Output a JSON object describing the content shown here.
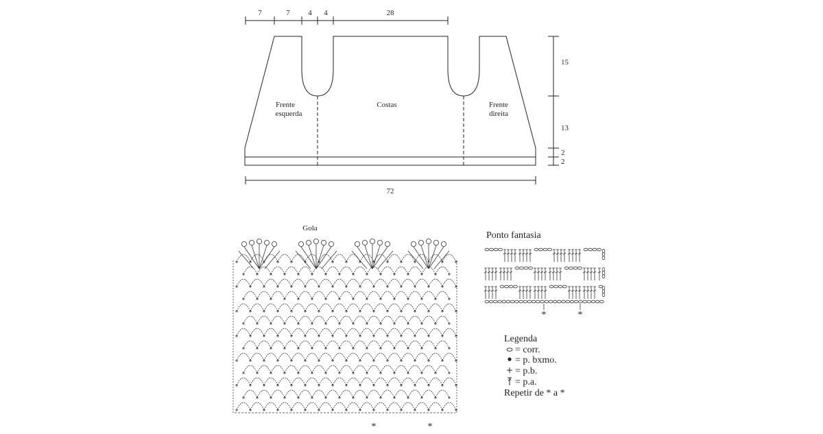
{
  "schematic": {
    "top_dims": [
      "7",
      "7",
      "4",
      "4",
      "28"
    ],
    "right_dims": [
      "15",
      "13",
      "2",
      "2"
    ],
    "bottom_dim": "72",
    "panels": {
      "front_left": [
        "Frente",
        "esquerda"
      ],
      "back": "Costas",
      "front_right": [
        "Frente",
        "direita"
      ]
    }
  },
  "gola": {
    "title": "Gola",
    "repeat_marks": [
      "*",
      "*"
    ]
  },
  "ponto_fantasia": {
    "title": "Ponto fantasia",
    "repeat_marks": [
      "*",
      "*"
    ]
  },
  "legend": {
    "title": "Legenda",
    "items": [
      {
        "symbol": "chain-icon",
        "text": "= corr."
      },
      {
        "symbol": "slip-stitch-icon",
        "text": "= p. bxmo."
      },
      {
        "symbol": "single-crochet-icon",
        "text": "= p.b."
      },
      {
        "symbol": "double-crochet-icon",
        "text": "= p.a."
      }
    ],
    "repeat_note": "Repetir de * a *"
  },
  "colors": {
    "ink": "#222222",
    "background": "#ffffff"
  }
}
